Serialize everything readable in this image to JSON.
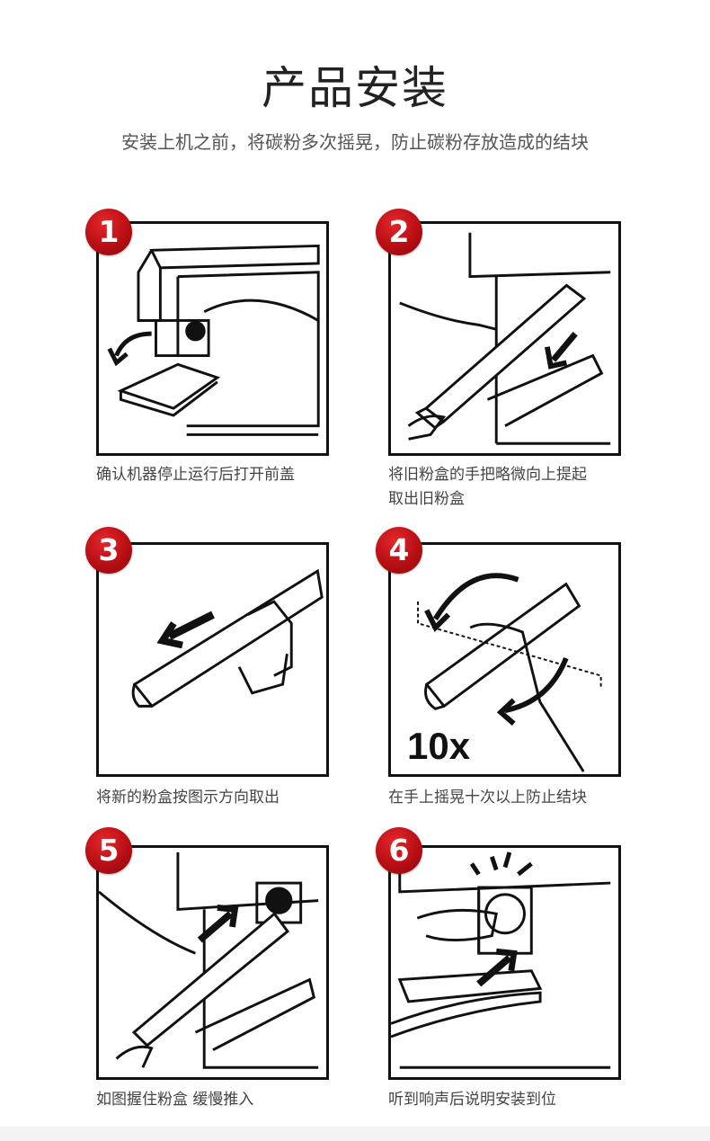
{
  "header": {
    "title": "产品安装",
    "subtitle": "安装上机之前，将碳粉多次摇晃，防止碳粉存放造成的结块"
  },
  "steps": [
    {
      "number": "1",
      "caption": "确认机器停止运行后打开前盖"
    },
    {
      "number": "2",
      "caption": "将旧粉盒的手把略微向上提起",
      "caption2": "取出旧粉盒"
    },
    {
      "number": "3",
      "caption": "将新的粉盒按图示方向取出"
    },
    {
      "number": "4",
      "caption": "在手上摇晃十次以上防止结块",
      "label": "10x"
    },
    {
      "number": "5",
      "caption": "如图握住粉盒 缓慢推入"
    },
    {
      "number": "6",
      "caption": "听到响声后说明安装到位"
    }
  ],
  "colors": {
    "badge": "#c4161c",
    "footer": "#f3f3f3"
  }
}
